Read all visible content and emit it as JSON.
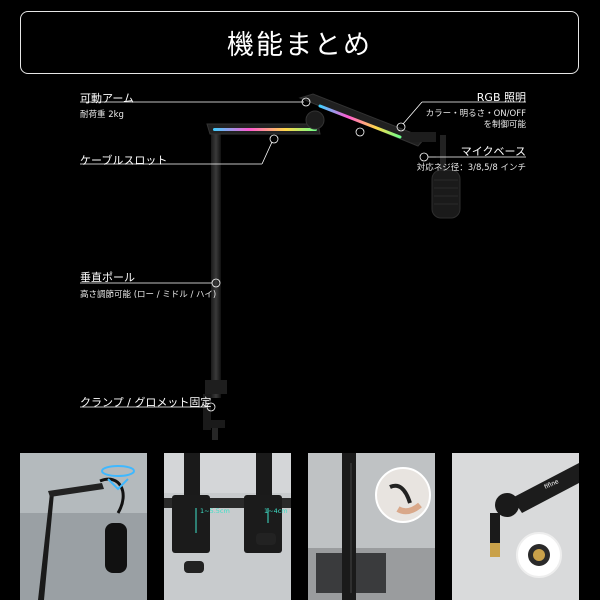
{
  "title": "機能まとめ",
  "labels": {
    "arm": {
      "main": "可動アーム",
      "sub": "耐荷重 2kg"
    },
    "cable": {
      "main": "ケーブルスロット"
    },
    "pole": {
      "main": "垂直ポール",
      "sub": "高さ調節可能 (ロー / ミドル / ハイ)"
    },
    "clamp": {
      "main": "クランプ / グロメット固定"
    },
    "rgb": {
      "main": "RGB 照明",
      "sub1": "カラー・明るさ・ON/OFF",
      "sub2": "を制御可能"
    },
    "mic_base": {
      "main": "マイクベース",
      "sub": "対応ネジ径：3/8,5/8 インチ"
    }
  },
  "photos": {
    "photo2": {
      "dim1": "1~5.5cm",
      "dim2": "1~4cm"
    },
    "photo4": {
      "brand": "fifine"
    }
  },
  "colors": {
    "background": "#000000",
    "line": "#ffffff",
    "rgb_gradient": [
      "#3fd0ff",
      "#ff5ad0",
      "#ffd84a",
      "#6dff8a"
    ]
  }
}
